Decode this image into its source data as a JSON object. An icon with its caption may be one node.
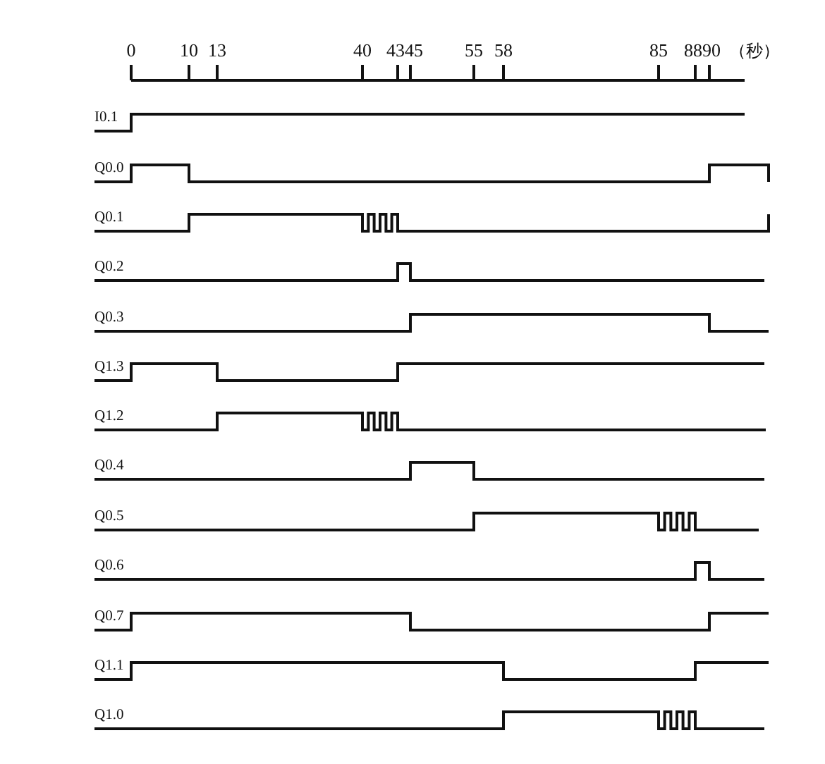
{
  "diagram": {
    "labels": [
      "0",
      "10",
      "13",
      "40",
      "43",
      "45",
      "55",
      "58",
      "85",
      "88",
      "90",
      "（秒）",
      "I0.1",
      "Q0.0",
      "Q0.1",
      "Q0.2",
      "Q0.3",
      "Q1.3",
      "Q1.2",
      "Q0.4",
      "Q0.5",
      "Q0.6",
      "Q0.7",
      "Q1.1",
      "Q1.0"
    ]
  }
}
